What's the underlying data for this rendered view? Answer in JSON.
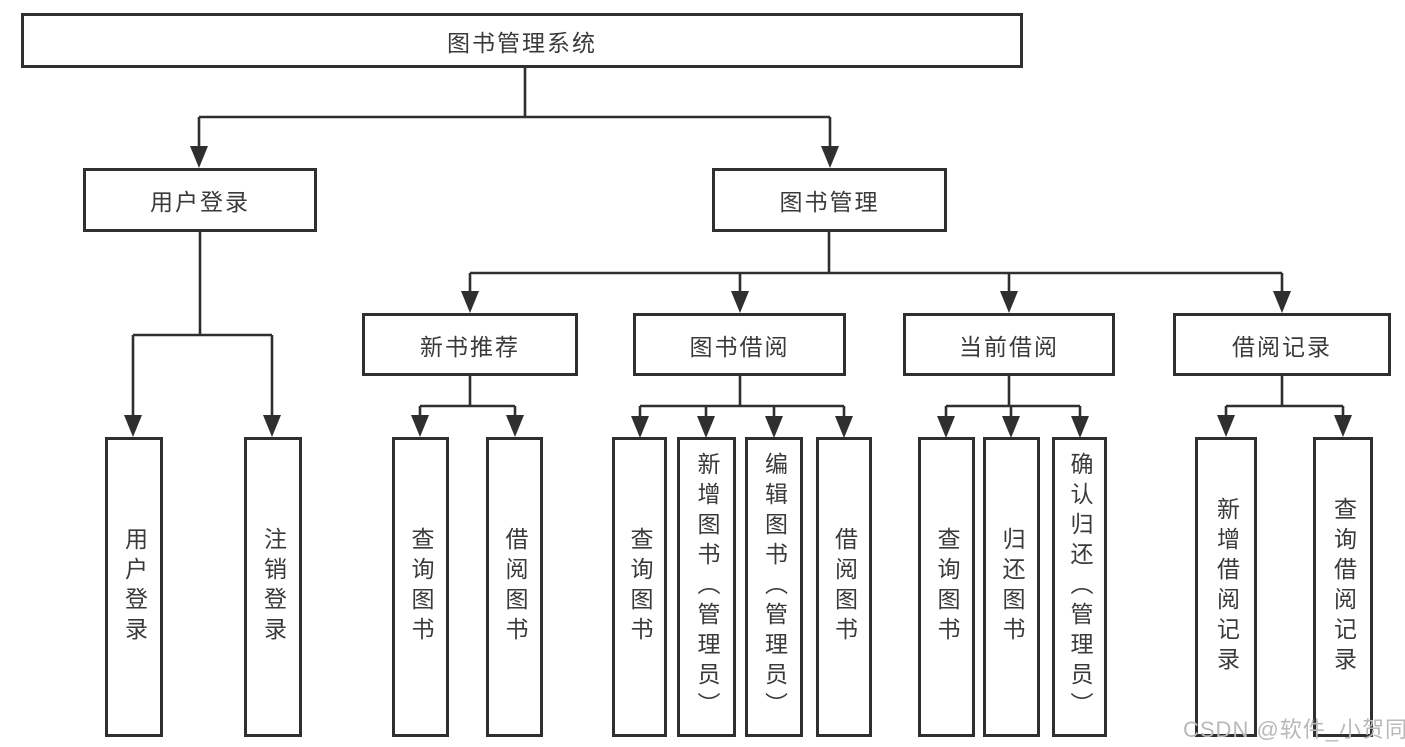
{
  "diagram": {
    "root": {
      "label": "图书管理系统"
    },
    "user_login": {
      "label": "用户登录",
      "children": [
        {
          "label": "用户登录"
        },
        {
          "label": "注销登录"
        }
      ]
    },
    "book_mgmt": {
      "label": "图书管理",
      "modules": [
        {
          "label": "新书推荐",
          "children": [
            {
              "label": "查询图书"
            },
            {
              "label": "借阅图书"
            }
          ]
        },
        {
          "label": "图书借阅",
          "children": [
            {
              "label": "查询图书"
            },
            {
              "label": "新增图书（管理员）"
            },
            {
              "label": "编辑图书（管理员）"
            },
            {
              "label": "借阅图书"
            }
          ]
        },
        {
          "label": "当前借阅",
          "children": [
            {
              "label": "查询图书"
            },
            {
              "label": "归还图书"
            },
            {
              "label": "确认归还（管理员）"
            }
          ]
        },
        {
          "label": "借阅记录",
          "children": [
            {
              "label": "新增借阅记录"
            },
            {
              "label": "查询借阅记录"
            }
          ]
        }
      ]
    },
    "watermark": "CSDN @软件_小贺同学",
    "colors": {
      "line": "#2f2f2f",
      "text": "#3a3a3a",
      "watermark": "#b9b9b9",
      "background": "#ffffff"
    }
  }
}
